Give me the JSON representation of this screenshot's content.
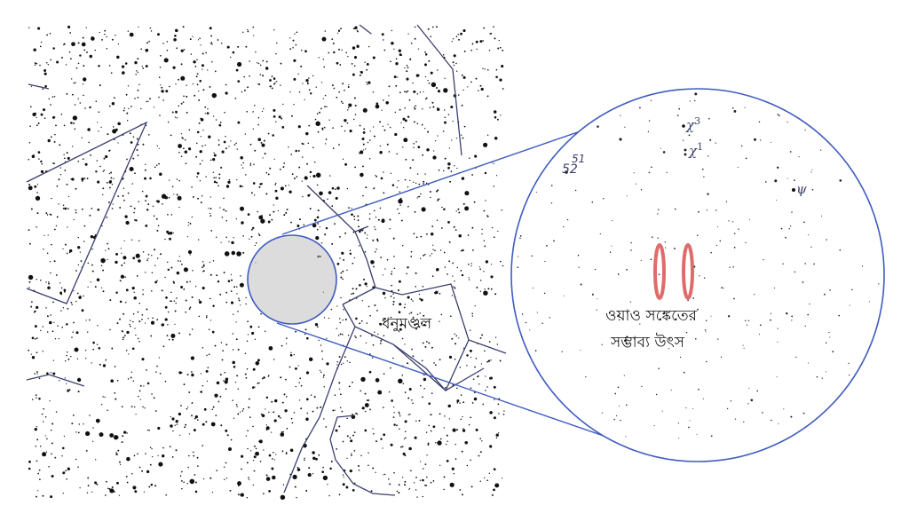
{
  "map": {
    "constellation_name": "ধনুমণ্ডল",
    "inset_label_line1": "ওয়াও সঙ্কেতের",
    "inset_label_line2": "সম্ভাব্য উৎস",
    "stars": {
      "chi3": "χ",
      "chi3_sup": "3",
      "chi1": "χ",
      "chi1_sup": "1",
      "psi": "ψ",
      "s51": "51",
      "s52": "52"
    },
    "colors": {
      "background": "#ffffff",
      "star": "#111111",
      "constellation_line": "#3b3f6e",
      "zoom_outline": "#3f5bbf",
      "zoom_fill": "#dcdcdc",
      "signal_marker": "#e06b6b"
    },
    "icons": [
      "zoom-circle",
      "signal-ellipse-icon"
    ]
  }
}
